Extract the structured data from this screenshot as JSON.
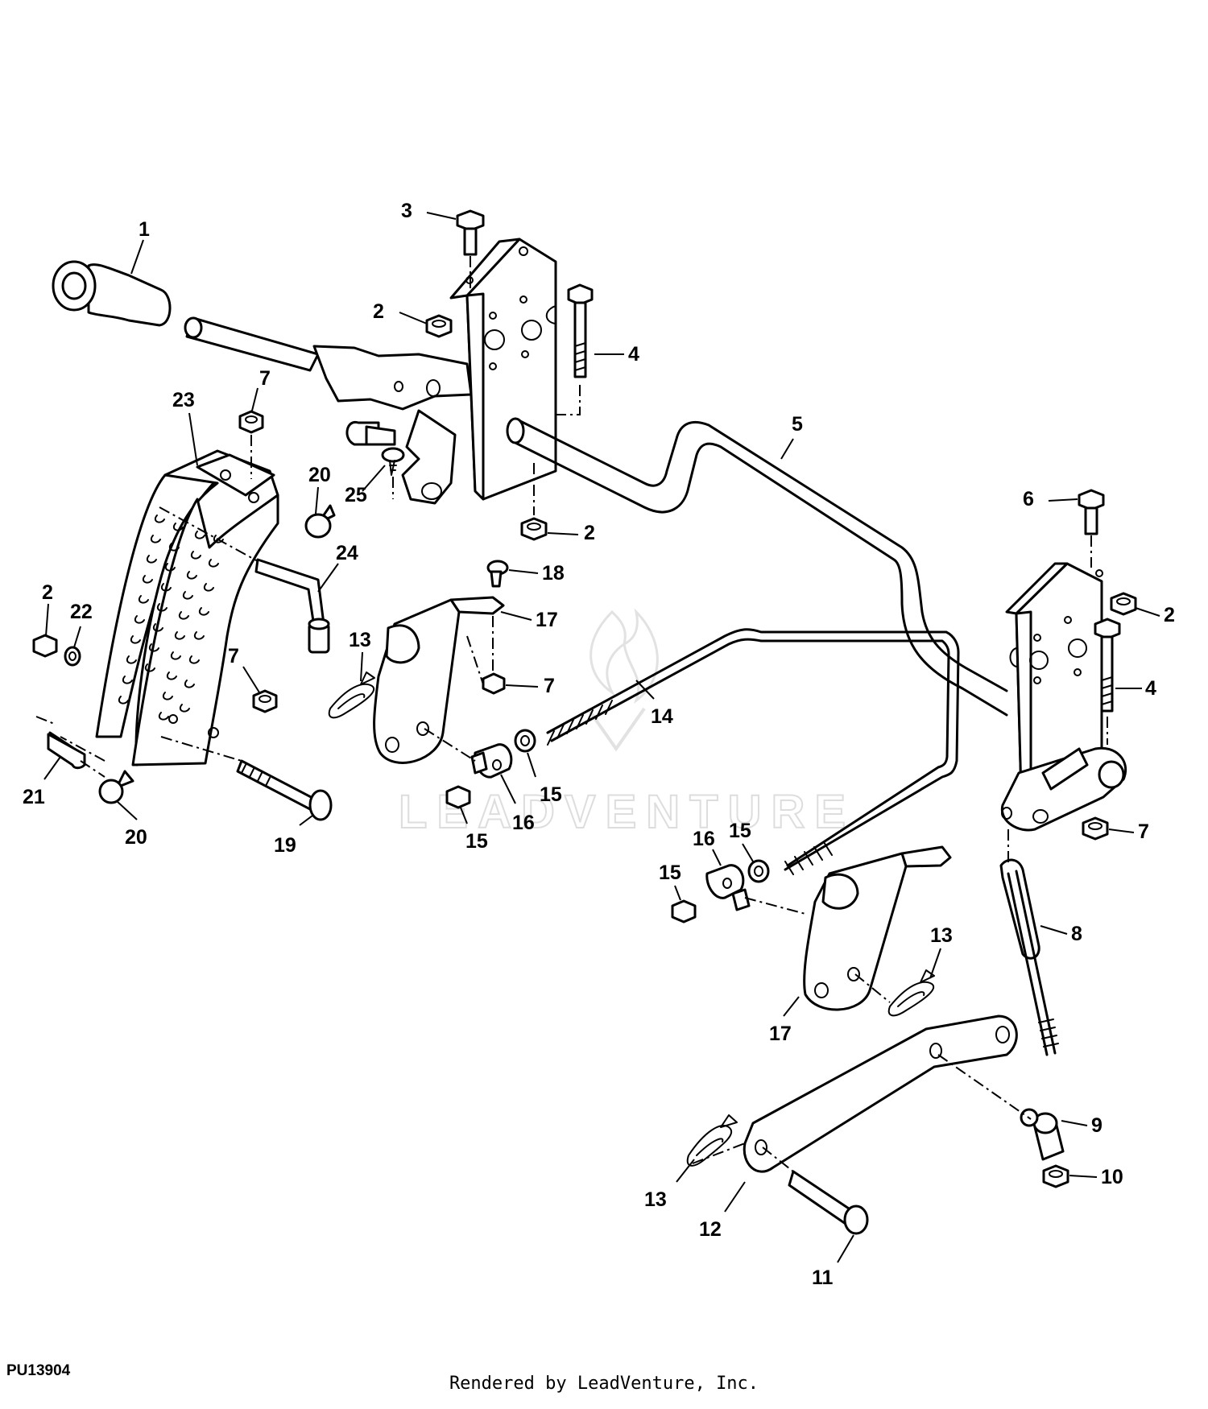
{
  "diagram": {
    "figure_code": "PU13904",
    "watermark_text": "LEADVENTURE",
    "callouts": [
      "1",
      "2",
      "3",
      "4",
      "5",
      "6",
      "7",
      "8",
      "9",
      "10",
      "11",
      "12",
      "13",
      "14",
      "15",
      "16",
      "17",
      "18",
      "19",
      "20",
      "21",
      "22",
      "23",
      "24",
      "25"
    ]
  },
  "footer": {
    "text": "Rendered by LeadVenture, Inc."
  }
}
